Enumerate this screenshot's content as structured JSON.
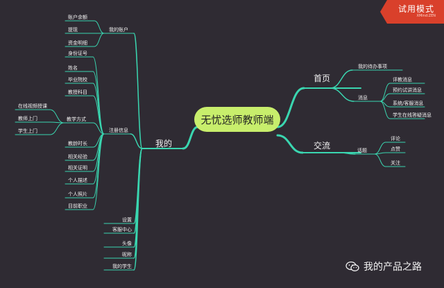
{
  "badge": {
    "text": "试用模式",
    "subtext": "XMind:ZEN"
  },
  "watermark": {
    "text": "我的产品之路",
    "icon": "wechat-icon"
  },
  "colors": {
    "branch": "#3ad6b0",
    "root_fill": "#c8ee6c",
    "root_text": "#222222",
    "badge": "#d9402b",
    "background": "#2f2b33"
  },
  "mindmap": {
    "root": "无忧选师教师端",
    "right": [
      {
        "label": "首页",
        "children": [
          {
            "label": "我的待办事项",
            "children": []
          },
          {
            "label": "消息",
            "children": [
              {
                "label": "评教消息"
              },
              {
                "label": "预约试讲消息"
              },
              {
                "label": "系统/客服消息"
              },
              {
                "label": "学生在线答疑消息"
              }
            ]
          }
        ]
      },
      {
        "label": "交流",
        "children": [
          {
            "label": "话题",
            "children": [
              {
                "label": "评论"
              },
              {
                "label": "点赞"
              },
              {
                "label": "关注"
              }
            ]
          }
        ]
      }
    ],
    "left": [
      {
        "label": "我的",
        "children": [
          {
            "label": "我的账户",
            "children": [
              {
                "label": "账户余额"
              },
              {
                "label": "提现"
              },
              {
                "label": "资金明细"
              }
            ]
          },
          {
            "label": "注册信息",
            "children": [
              {
                "label": "身份证号",
                "children": []
              },
              {
                "label": "姓名",
                "children": []
              },
              {
                "label": "毕业院校",
                "children": []
              },
              {
                "label": "教授科目",
                "children": []
              },
              {
                "label": "教学方式",
                "children": [
                  {
                    "label": "在线视频授课"
                  },
                  {
                    "label": "教师上门"
                  },
                  {
                    "label": "学生上门"
                  }
                ]
              },
              {
                "label": "教龄时长",
                "children": []
              },
              {
                "label": "相关经验",
                "children": []
              },
              {
                "label": "相关证明",
                "children": []
              },
              {
                "label": "个人描述",
                "children": []
              },
              {
                "label": "个人照片",
                "children": []
              },
              {
                "label": "目前职业",
                "children": []
              }
            ]
          },
          {
            "label": "设置",
            "children": []
          },
          {
            "label": "客服中心",
            "children": []
          },
          {
            "label": "头像",
            "children": []
          },
          {
            "label": "昵称",
            "children": []
          },
          {
            "label": "我的学生",
            "children": []
          }
        ]
      }
    ]
  }
}
